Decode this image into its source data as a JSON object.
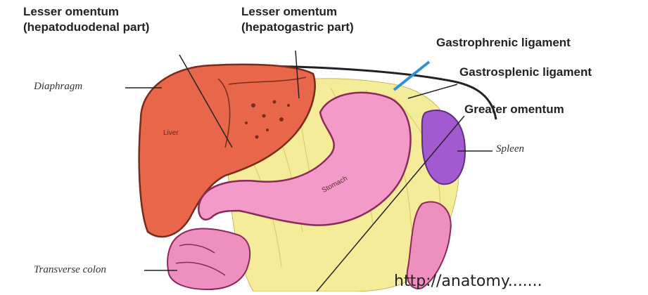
{
  "labels": {
    "lesser_omentum_hd_line1": "Lesser omentum",
    "lesser_omentum_hd_line2": "(hepatoduodenal part)",
    "lesser_omentum_hg_line1": "Lesser omentum",
    "lesser_omentum_hg_line2": "(hepatogastric part)",
    "gastrophrenic": "Gastrophrenic ligament",
    "gastrosplenic": "Gastrosplenic ligament",
    "greater_omentum": "Greater omentum",
    "diaphragm": "Diaphragm",
    "spleen": "Spleen",
    "transverse_colon": "Transverse colon",
    "liver": "Liver",
    "stomach": "Stomach"
  },
  "watermark": "http://anatomy.......",
  "colors": {
    "liver": "#e8674a",
    "stomach": "#f49ac8",
    "omentum": "#f5ec9a",
    "spleen": "#a35ad0",
    "colon": "#ef8fc0",
    "pointer_blue": "#2f8fd8"
  }
}
